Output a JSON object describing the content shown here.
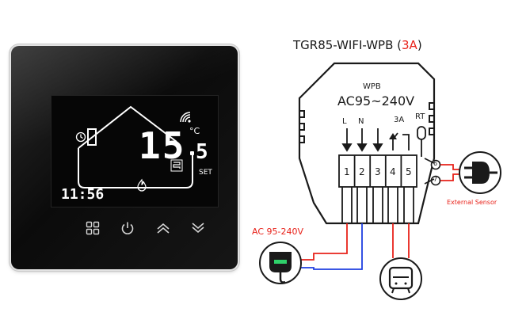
{
  "thermostat": {
    "temperature_main": "15",
    "temperature_fraction": "5",
    "temperature_unit": "°C",
    "set_label": "SET",
    "clock": "11:56",
    "icons": {
      "wifi": "wifi-icon",
      "timer": "timer-icon",
      "flame": "flame-icon",
      "floor_heat": "floor-heating-icon",
      "house": "house-outline-icon"
    },
    "buttons": [
      {
        "name": "menu-button",
        "icon": "grid-icon"
      },
      {
        "name": "power-button",
        "icon": "power-icon"
      },
      {
        "name": "up-button",
        "icon": "chevron-up-icon"
      },
      {
        "name": "down-button",
        "icon": "chevron-down-icon"
      }
    ]
  },
  "diagram": {
    "title_prefix": "TGR85-WIFI-WPB (",
    "title_highlight": "3A",
    "title_suffix": ")",
    "module_name": "WPB",
    "module_voltage": "AC95~240V",
    "label_L": "L",
    "label_N": "N",
    "label_3A": "3A",
    "label_RT": "RT",
    "terminals": [
      "1",
      "2",
      "3",
      "4",
      "5"
    ],
    "sensor_pins": [
      "6",
      "7"
    ],
    "external_sensor_label": "External Sensor",
    "ac_label": "AC 95-240V",
    "colors": {
      "red": "#e8221a",
      "blue": "#1f3fe0",
      "title": "#1a1a1a",
      "accent": "#e8221a"
    }
  }
}
